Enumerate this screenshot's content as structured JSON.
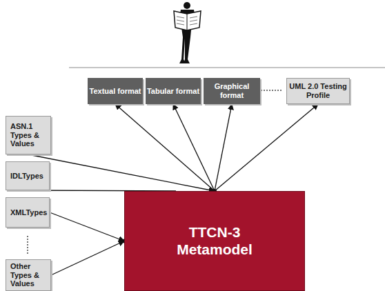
{
  "diagram": {
    "nodes": [
      {
        "text": [
          "Textual format"
        ]
      },
      {
        "text": [
          "Tabular format"
        ]
      },
      {
        "text": [
          "Graphical format"
        ]
      },
      {
        "text": [
          "UML 2.0 Testing Profile"
        ]
      },
      {
        "text": [
          "ASN.1 Types & Values"
        ]
      },
      {
        "text": [
          "IDLTypes"
        ]
      },
      {
        "text": [
          "XMLTypes"
        ]
      },
      {
        "text": [
          "Other Types & Values"
        ]
      },
      {
        "text": [
          "TTCN-3 Metamodel"
        ]
      }
    ],
    "edges": [
      {
        "from": 8,
        "to": 0,
        "arrow": "to"
      },
      {
        "from": 8,
        "to": 1,
        "arrow": "to"
      },
      {
        "from": 8,
        "to": 2,
        "arrow": "to"
      },
      {
        "from": 8,
        "to": 3,
        "arrow": "to"
      },
      {
        "from": 4,
        "to": 8,
        "arrow": "to"
      },
      {
        "from": 5,
        "to": 8,
        "arrow": "to"
      },
      {
        "from": 6,
        "to": 8,
        "arrow": "to"
      },
      {
        "from": 7,
        "to": 8,
        "arrow": "to"
      }
    ]
  }
}
